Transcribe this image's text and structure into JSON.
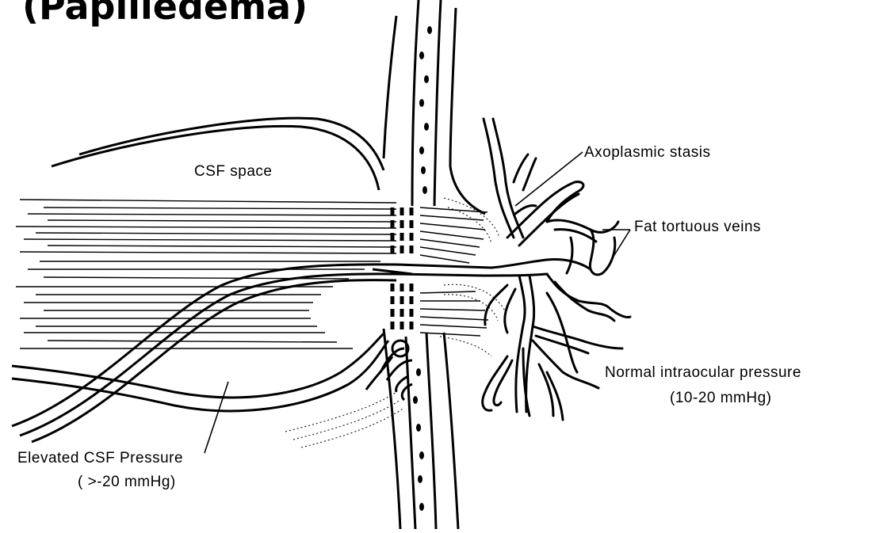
{
  "title": "(Papilledema)",
  "labels": {
    "csf_space": "CSF space",
    "axoplasmic_stasis": "Axoplasmic stasis",
    "fat_tortuous_veins": "Fat tortuous veins",
    "normal_iop_line1": "Normal intraocular pressure",
    "normal_iop_line2": "(10-20 mmHg)",
    "elevated_csf_line1": "Elevated CSF Pressure",
    "elevated_csf_line2": "( >-20 mmHg)"
  },
  "colors": {
    "ink": "#000000",
    "paper": "#ffffff"
  }
}
